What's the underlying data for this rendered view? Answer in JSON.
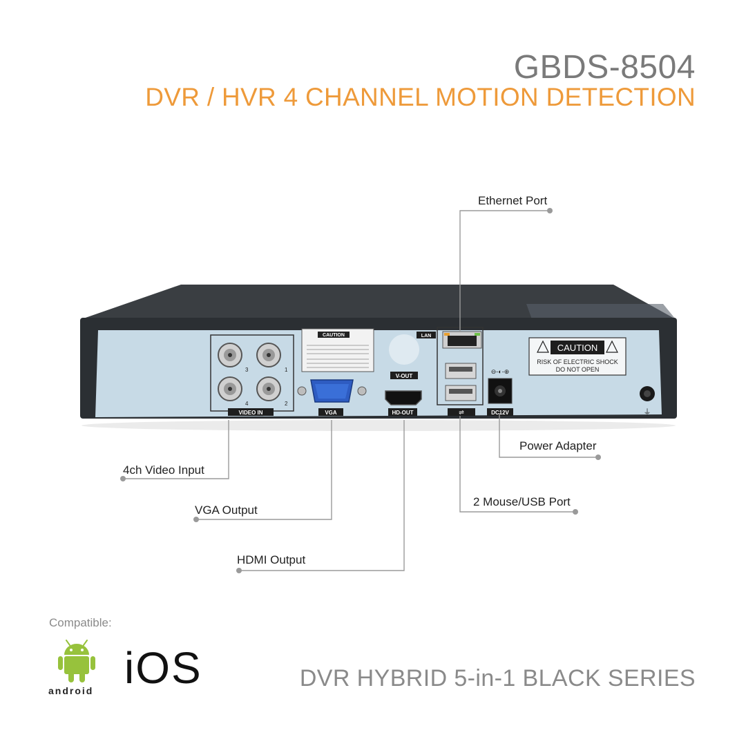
{
  "header": {
    "model": "GBDS-8504",
    "subtitle": "DVR / HVR 4 CHANNEL MOTION DETECTION"
  },
  "callouts": {
    "ethernet": "Ethernet Port",
    "power": "Power Adapter",
    "usb": "2 Mouse/USB Port",
    "video_in": "4ch Video Input",
    "vga": "VGA Output",
    "hdmi": "HDMI Output"
  },
  "device_labels": {
    "video_in": "VIDEO IN",
    "vga": "VGA",
    "hd_out": "HD-OUT",
    "v_out": "V-OUT",
    "lan": "LAN",
    "dc": "DC12V",
    "caution_small": "CAUTION",
    "caution": "CAUTION",
    "caution_line1": "RISK OF ELECTRIC SHOCK",
    "caution_line2": "DO NOT OPEN",
    "bnc_1": "1",
    "bnc_2": "2",
    "bnc_3": "3",
    "bnc_4": "4"
  },
  "footer": {
    "compatible": "Compatible:",
    "android": "android",
    "ios": "iOS",
    "series": "DVR HYBRID 5-in-1 BLACK SERIES"
  },
  "colors": {
    "accent": "#ee9a3a",
    "grey_text": "#7a7a7a",
    "panel": "#c7dae6",
    "body": "#2b2f33",
    "android_green": "#97c23c"
  }
}
